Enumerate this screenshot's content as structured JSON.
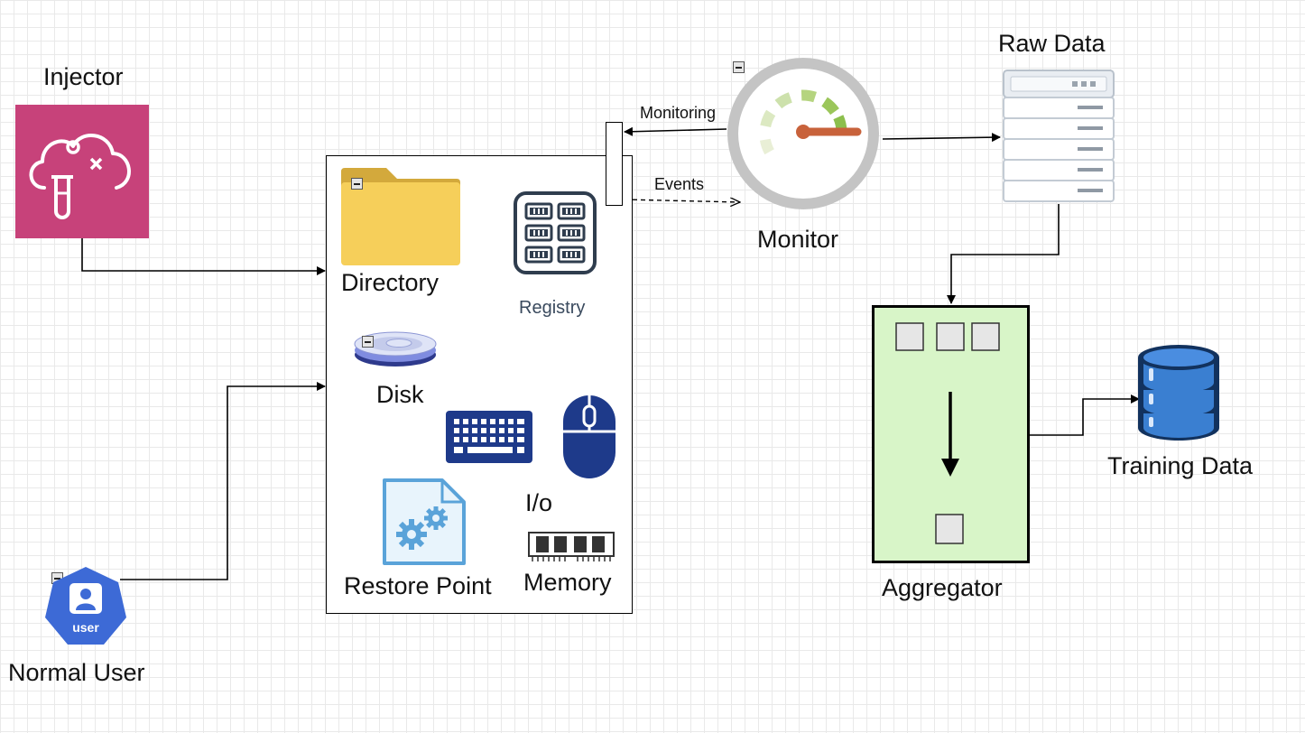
{
  "labels": {
    "injector": "Injector",
    "normal_user": "Normal User",
    "user_badge": "user",
    "directory": "Directory",
    "registry": "Registry",
    "disk": "Disk",
    "io": "I/o",
    "restore_point": "Restore Point",
    "memory": "Memory",
    "monitor": "Monitor",
    "raw_data": "Raw Data",
    "aggregator": "Aggregator",
    "training_data": "Training Data"
  },
  "edges": {
    "monitoring": "Monitoring",
    "events": "Events"
  },
  "colors": {
    "injector_bg": "#c7427a",
    "user_blue": "#3d6ad6",
    "folder_yellow": "#f6cf5a",
    "folder_tab": "#d3a93c",
    "registry_frame": "#2f3d4e",
    "io_blue": "#1e3a8a",
    "gear_blue": "#5aa3d9",
    "gauge_green": "#8cbf4d",
    "gauge_needle": "#c8623b",
    "aggregator_fill": "#d8f5c8",
    "training_blue": "#3a7fd1"
  }
}
